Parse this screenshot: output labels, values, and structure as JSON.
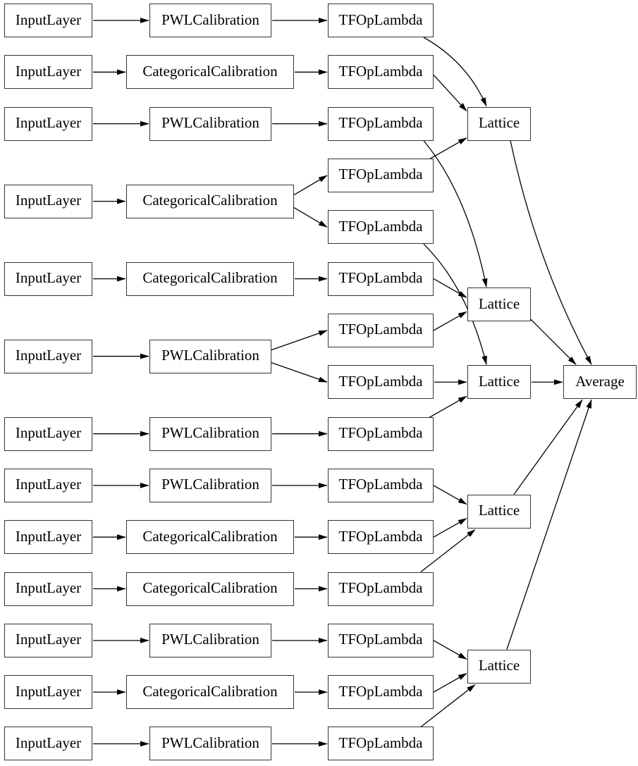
{
  "colors": {
    "background": "#ffffff",
    "node_fill": "#ffffff",
    "node_border": "#333333",
    "edge": "#000000",
    "text": "#000000"
  },
  "diagram": {
    "kind": "model-graph",
    "nodes": [
      {
        "id": "il1",
        "label": "InputLayer",
        "col": 1,
        "slot": 1
      },
      {
        "id": "il2",
        "label": "InputLayer",
        "col": 1,
        "slot": 2
      },
      {
        "id": "il3",
        "label": "InputLayer",
        "col": 1,
        "slot": 3
      },
      {
        "id": "il4",
        "label": "InputLayer",
        "col": 1,
        "slot": 4.5
      },
      {
        "id": "il5",
        "label": "InputLayer",
        "col": 1,
        "slot": 6
      },
      {
        "id": "il6",
        "label": "InputLayer",
        "col": 1,
        "slot": 7.5
      },
      {
        "id": "il7",
        "label": "InputLayer",
        "col": 1,
        "slot": 9
      },
      {
        "id": "il8",
        "label": "InputLayer",
        "col": 1,
        "slot": 10
      },
      {
        "id": "il9",
        "label": "InputLayer",
        "col": 1,
        "slot": 11
      },
      {
        "id": "il10",
        "label": "InputLayer",
        "col": 1,
        "slot": 12
      },
      {
        "id": "il11",
        "label": "InputLayer",
        "col": 1,
        "slot": 13
      },
      {
        "id": "il12",
        "label": "InputLayer",
        "col": 1,
        "slot": 14
      },
      {
        "id": "il13",
        "label": "InputLayer",
        "col": 1,
        "slot": 15
      },
      {
        "id": "cal1",
        "label": "PWLCalibration",
        "col": 2,
        "slot": 1
      },
      {
        "id": "cal2",
        "label": "CategoricalCalibration",
        "col": 2,
        "slot": 2
      },
      {
        "id": "cal3",
        "label": "PWLCalibration",
        "col": 2,
        "slot": 3
      },
      {
        "id": "cal4",
        "label": "CategoricalCalibration",
        "col": 2,
        "slot": 4.5
      },
      {
        "id": "cal5",
        "label": "CategoricalCalibration",
        "col": 2,
        "slot": 6
      },
      {
        "id": "cal6",
        "label": "PWLCalibration",
        "col": 2,
        "slot": 7.5
      },
      {
        "id": "cal7",
        "label": "PWLCalibration",
        "col": 2,
        "slot": 9
      },
      {
        "id": "cal8",
        "label": "PWLCalibration",
        "col": 2,
        "slot": 10
      },
      {
        "id": "cal9",
        "label": "CategoricalCalibration",
        "col": 2,
        "slot": 11
      },
      {
        "id": "cal10",
        "label": "CategoricalCalibration",
        "col": 2,
        "slot": 12
      },
      {
        "id": "cal11",
        "label": "PWLCalibration",
        "col": 2,
        "slot": 13
      },
      {
        "id": "cal12",
        "label": "CategoricalCalibration",
        "col": 2,
        "slot": 14
      },
      {
        "id": "cal13",
        "label": "PWLCalibration",
        "col": 2,
        "slot": 15
      },
      {
        "id": "tf1",
        "label": "TFOpLambda",
        "col": 3,
        "slot": 1
      },
      {
        "id": "tf2",
        "label": "TFOpLambda",
        "col": 3,
        "slot": 2
      },
      {
        "id": "tf3",
        "label": "TFOpLambda",
        "col": 3,
        "slot": 3
      },
      {
        "id": "tf4",
        "label": "TFOpLambda",
        "col": 3,
        "slot": 4
      },
      {
        "id": "tf5",
        "label": "TFOpLambda",
        "col": 3,
        "slot": 5
      },
      {
        "id": "tf6",
        "label": "TFOpLambda",
        "col": 3,
        "slot": 6
      },
      {
        "id": "tf7",
        "label": "TFOpLambda",
        "col": 3,
        "slot": 7
      },
      {
        "id": "tf8",
        "label": "TFOpLambda",
        "col": 3,
        "slot": 8
      },
      {
        "id": "tf9",
        "label": "TFOpLambda",
        "col": 3,
        "slot": 9
      },
      {
        "id": "tf10",
        "label": "TFOpLambda",
        "col": 3,
        "slot": 10
      },
      {
        "id": "tf11",
        "label": "TFOpLambda",
        "col": 3,
        "slot": 11
      },
      {
        "id": "tf12",
        "label": "TFOpLambda",
        "col": 3,
        "slot": 12
      },
      {
        "id": "tf13",
        "label": "TFOpLambda",
        "col": 3,
        "slot": 13
      },
      {
        "id": "tf14",
        "label": "TFOpLambda",
        "col": 3,
        "slot": 14
      },
      {
        "id": "tf15",
        "label": "TFOpLambda",
        "col": 3,
        "slot": 15
      },
      {
        "id": "lat1",
        "label": "Lattice",
        "col": 4,
        "slot": 3
      },
      {
        "id": "lat2",
        "label": "Lattice",
        "col": 4,
        "slot": 6.5
      },
      {
        "id": "lat3",
        "label": "Lattice",
        "col": 4,
        "slot": 8
      },
      {
        "id": "lat4",
        "label": "Lattice",
        "col": 4,
        "slot": 10.5
      },
      {
        "id": "lat5",
        "label": "Lattice",
        "col": 4,
        "slot": 13.5
      },
      {
        "id": "avg",
        "label": "Average",
        "col": 5,
        "slot": 8
      }
    ],
    "edges": [
      [
        "il1",
        "cal1"
      ],
      [
        "il2",
        "cal2"
      ],
      [
        "il3",
        "cal3"
      ],
      [
        "il4",
        "cal4"
      ],
      [
        "il5",
        "cal5"
      ],
      [
        "il6",
        "cal6"
      ],
      [
        "il7",
        "cal7"
      ],
      [
        "il8",
        "cal8"
      ],
      [
        "il9",
        "cal9"
      ],
      [
        "il10",
        "cal10"
      ],
      [
        "il11",
        "cal11"
      ],
      [
        "il12",
        "cal12"
      ],
      [
        "il13",
        "cal13"
      ],
      [
        "cal1",
        "tf1"
      ],
      [
        "cal2",
        "tf2"
      ],
      [
        "cal3",
        "tf3"
      ],
      [
        "cal4",
        "tf4"
      ],
      [
        "cal4",
        "tf5"
      ],
      [
        "cal5",
        "tf6"
      ],
      [
        "cal6",
        "tf7"
      ],
      [
        "cal6",
        "tf8"
      ],
      [
        "cal7",
        "tf9"
      ],
      [
        "cal8",
        "tf10"
      ],
      [
        "cal9",
        "tf11"
      ],
      [
        "cal10",
        "tf12"
      ],
      [
        "cal11",
        "tf13"
      ],
      [
        "cal12",
        "tf14"
      ],
      [
        "cal13",
        "tf15"
      ],
      [
        "tf1",
        "lat1"
      ],
      [
        "tf2",
        "lat1"
      ],
      [
        "tf4",
        "lat1"
      ],
      [
        "tf3",
        "lat2"
      ],
      [
        "tf6",
        "lat2"
      ],
      [
        "tf7",
        "lat2"
      ],
      [
        "tf5",
        "lat3"
      ],
      [
        "tf8",
        "lat3"
      ],
      [
        "tf9",
        "lat3"
      ],
      [
        "tf10",
        "lat4"
      ],
      [
        "tf11",
        "lat4"
      ],
      [
        "tf12",
        "lat4"
      ],
      [
        "tf13",
        "lat5"
      ],
      [
        "tf14",
        "lat5"
      ],
      [
        "tf15",
        "lat5"
      ],
      [
        "lat1",
        "avg"
      ],
      [
        "lat2",
        "avg"
      ],
      [
        "lat3",
        "avg"
      ],
      [
        "lat4",
        "avg"
      ],
      [
        "lat5",
        "avg"
      ]
    ]
  }
}
